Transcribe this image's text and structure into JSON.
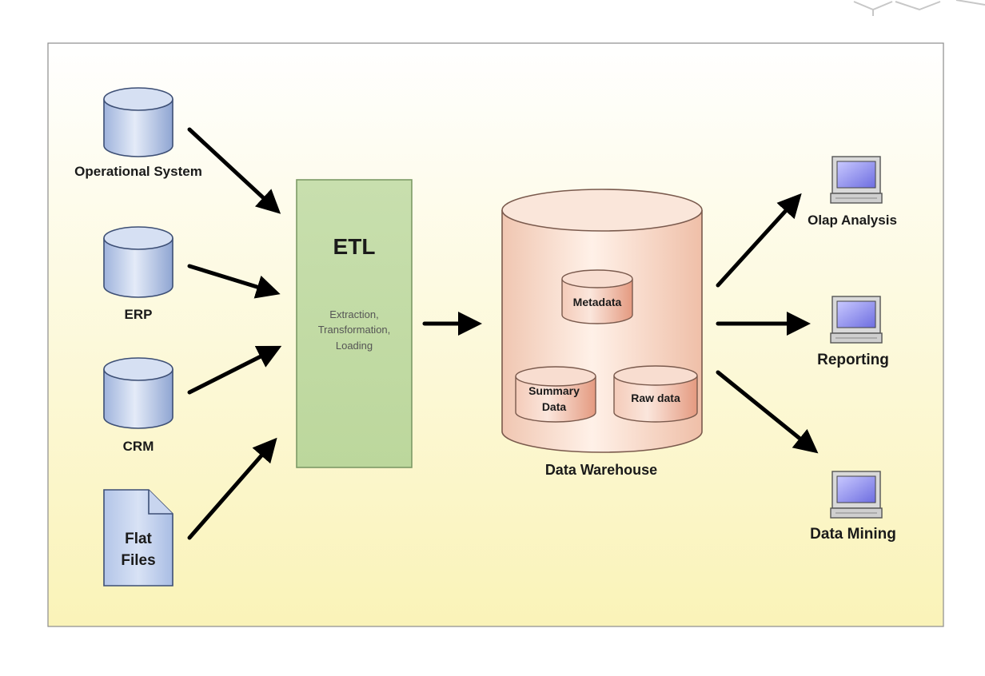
{
  "sources": [
    {
      "label": "Operational System"
    },
    {
      "label": "ERP"
    },
    {
      "label": "CRM"
    },
    {
      "label": "Flat Files",
      "lines": [
        "Flat",
        "Files"
      ]
    }
  ],
  "etl": {
    "title": "ETL",
    "subtitle_lines": [
      "Extraction,",
      "Transformation,",
      "Loading"
    ]
  },
  "warehouse": {
    "label": "Data Warehouse",
    "metadata": "Metadata",
    "summary_lines": [
      "Summary",
      "Data"
    ],
    "raw": "Raw data"
  },
  "outputs": [
    {
      "label": "Olap Analysis"
    },
    {
      "label": "Reporting"
    },
    {
      "label": "Data Mining"
    }
  ],
  "colors": {
    "source_fill": "#c5d3ee",
    "source_stroke": "#3d4f75",
    "etl_fill": "#c3dca6",
    "etl_stroke": "#7d9a66",
    "warehouse_fill": "#f6d7c6",
    "warehouse_stroke": "#7a5a4d",
    "inner_fill": "#f0b9a4",
    "panel_bg_top": "#ffffff",
    "panel_bg_bottom": "#faf3b8"
  }
}
